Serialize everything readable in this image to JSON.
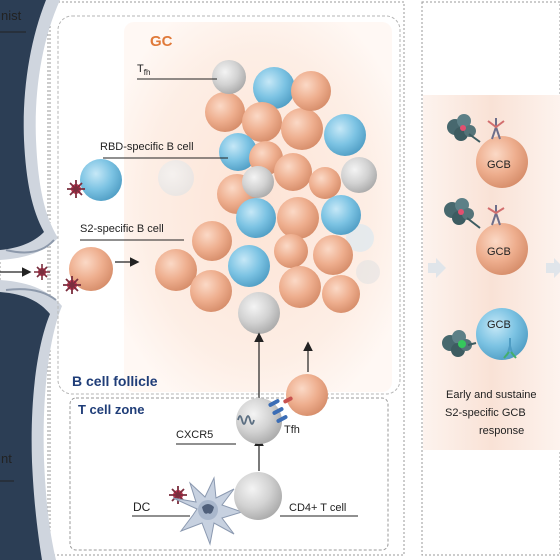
{
  "left_fragments": {
    "top": "nist",
    "bottom": "nt"
  },
  "labels": {
    "gc": "GC",
    "tfh_main": "T",
    "tfh_sub": "fh",
    "rbd_b_cell": "RBD-specific B cell",
    "s2_b_cell": "S2-specific B cell",
    "b_cell_follicle": "B cell follicle",
    "t_cell_zone": "T cell zone",
    "cxcr5": "CXCR5",
    "tfh": "Tfh",
    "dc": "DC",
    "cd4_t_cell": "CD4+ T cell"
  },
  "right_panel": {
    "gcb_labels": [
      "GCB",
      "GCB",
      "GCB"
    ],
    "caption_lines": [
      "Early and sustaine",
      "S2-specific GCB",
      "response"
    ]
  },
  "colors": {
    "rbd_blue": "#7cc3e3",
    "s2_orange": "#eeae8e",
    "tfh_gray": "#cfcfcf",
    "gc_title": "#e07a3a",
    "follicle_title": "#1f3d78",
    "vessel_dark": "#2c3e55"
  }
}
